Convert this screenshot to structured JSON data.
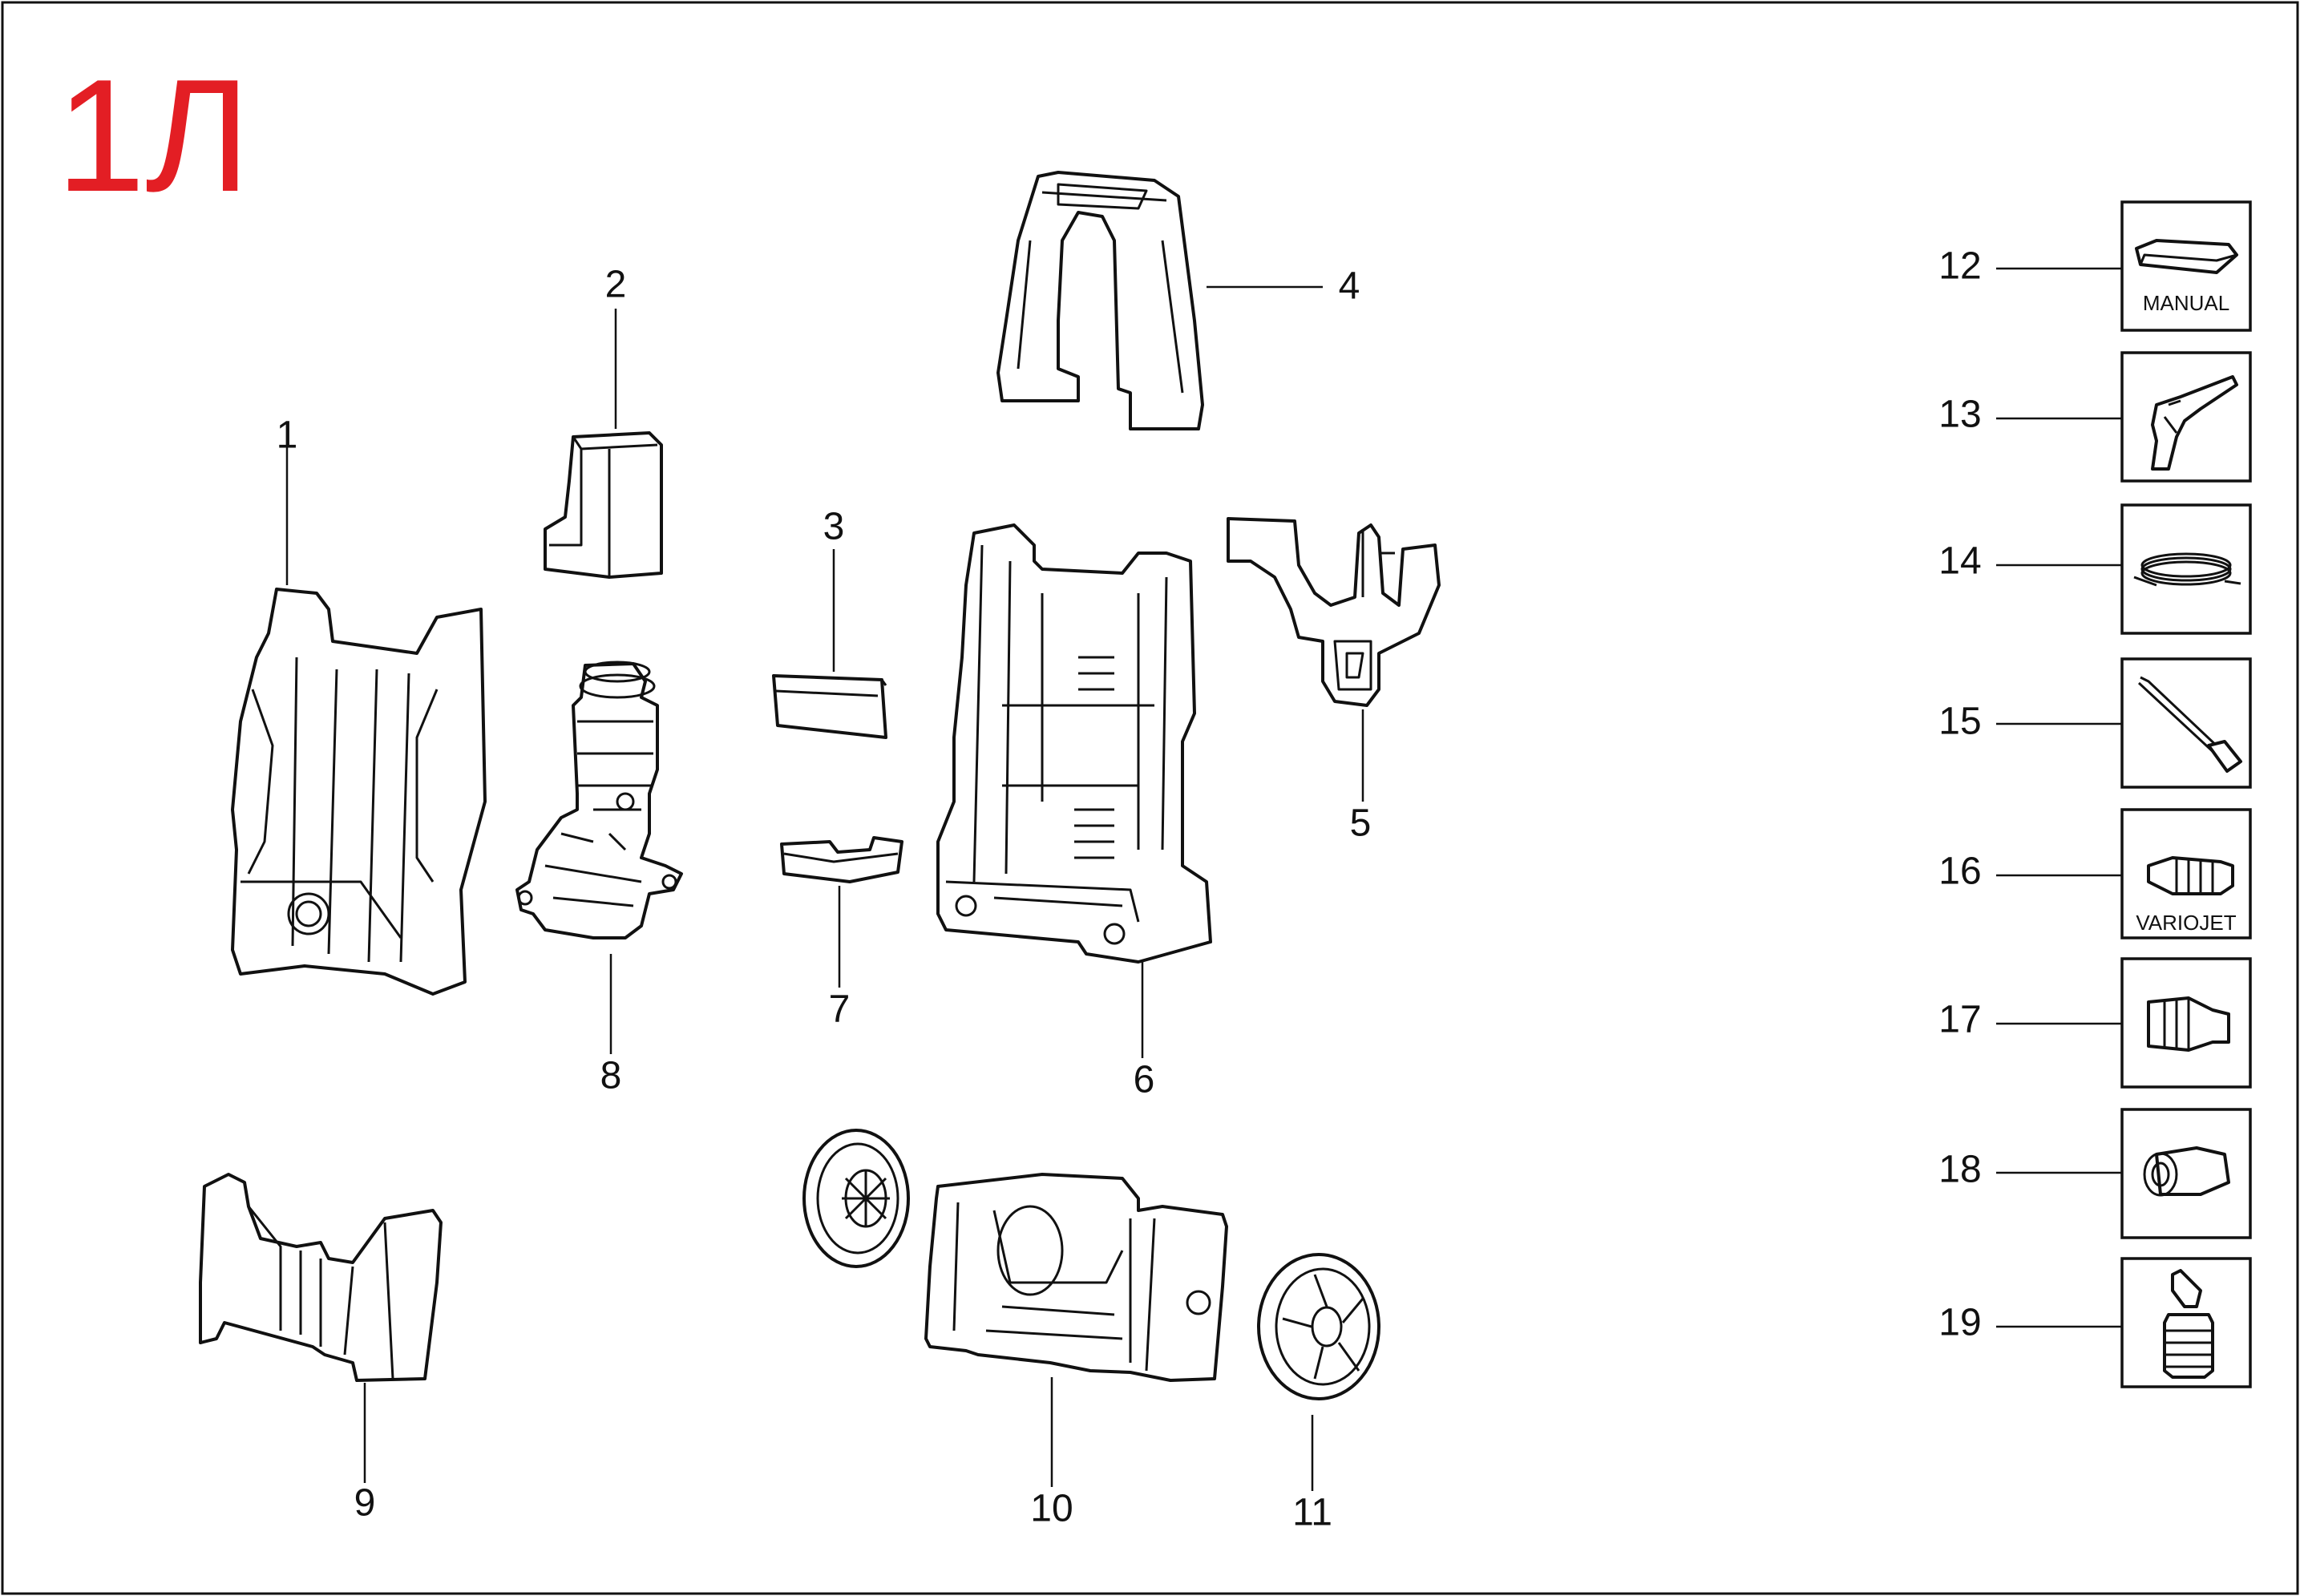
{
  "diagram": {
    "title": "1Л",
    "title_color": "#e31e24",
    "parts": [
      {
        "num": "1",
        "icon": "rear-cover-panel"
      },
      {
        "num": "2",
        "icon": "motor-cap"
      },
      {
        "num": "3",
        "icon": "foam-block"
      },
      {
        "num": "4",
        "icon": "carry-handle"
      },
      {
        "num": "5",
        "icon": "hose-hook-holder"
      },
      {
        "num": "6",
        "icon": "main-frame-housing"
      },
      {
        "num": "7",
        "icon": "foam-pad"
      },
      {
        "num": "8",
        "icon": "motor-pump-assembly"
      },
      {
        "num": "9",
        "icon": "front-cover-panel"
      },
      {
        "num": "10",
        "icon": "base-chassis"
      },
      {
        "num": "11",
        "icon": "wheel"
      }
    ],
    "accessories": [
      {
        "num": "12",
        "icon": "manual-booklet",
        "label": "MANUAL"
      },
      {
        "num": "13",
        "icon": "spray-gun"
      },
      {
        "num": "14",
        "icon": "coiled-hose"
      },
      {
        "num": "15",
        "icon": "spray-lance"
      },
      {
        "num": "16",
        "icon": "variojet-nozzle",
        "label": "VARIOJET"
      },
      {
        "num": "17",
        "icon": "quick-connector"
      },
      {
        "num": "18",
        "icon": "hose-adapter"
      },
      {
        "num": "19",
        "icon": "detergent-bottle"
      }
    ]
  }
}
